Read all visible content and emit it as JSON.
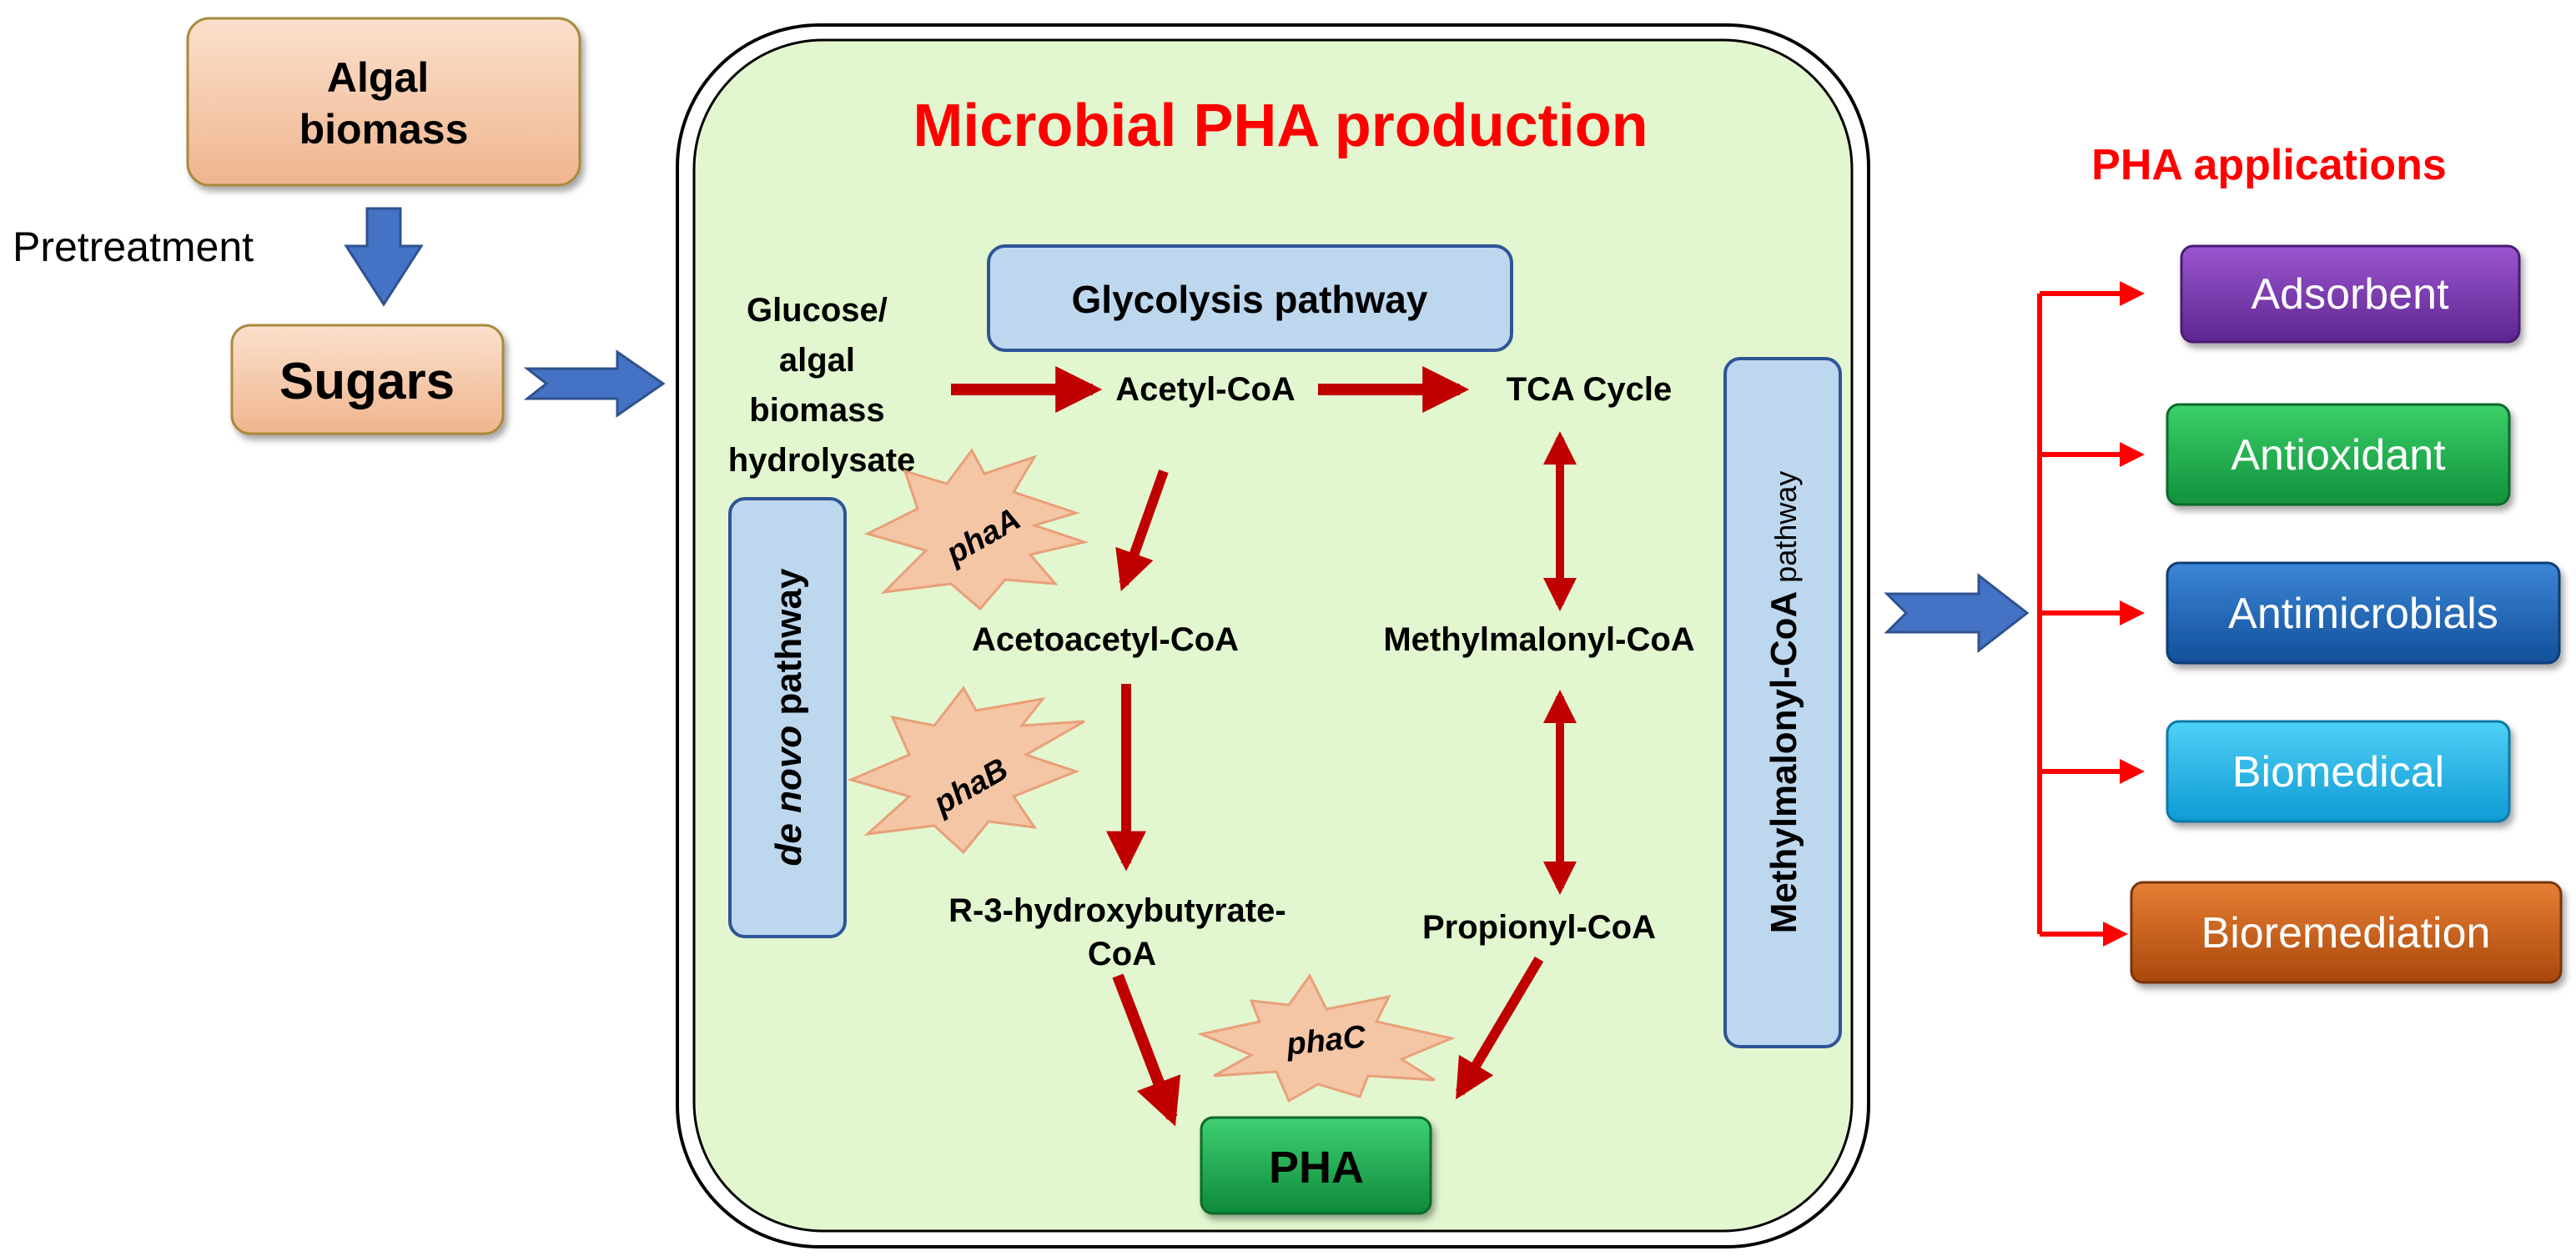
{
  "left": {
    "algal_biomass": "Algal\nbiomass",
    "pretreatment": "Pretreatment",
    "sugars": "Sugars"
  },
  "center": {
    "title": "Microbial PHA production",
    "glycolysis": "Glycolysis pathway",
    "glucose": "Glucose/\nalgal\nbiomass\nhydrolysate",
    "acetyl_coa": "Acetyl-CoA",
    "tca": "TCA Cycle",
    "acetoacetyl_coa": "Acetoacetyl-CoA",
    "methylmalonyl_coa": "Methylmalonyl-CoA",
    "hydroxybutyrate": "R-3-hydroxybutyrate-\nCoA",
    "propionyl_coa": "Propionyl-CoA",
    "pha": "PHA",
    "de_novo_italic": "de novo",
    "de_novo_rest": " pathway",
    "methylmalonyl_pathway_main": "Methylmalonyl-CoA",
    "methylmalonyl_pathway_suffix": " pathway",
    "enzymes": [
      "phaA",
      "phaB",
      "phaC"
    ]
  },
  "right": {
    "title": "PHA applications",
    "items": [
      "Adsorbent",
      "Antioxidant",
      "Antimicrobials",
      "Biomedical",
      "Bioremediation"
    ]
  },
  "colors": {
    "accent_red": "#ff0000",
    "arrow_dark_red": "#c00000",
    "block_arrow_blue": "#4472c4",
    "peach": "#f5c6a5",
    "cell_green": "#e2f7cf",
    "pathway_blue": "#bdd7ee",
    "pha_green": "#1aa84f",
    "adsorbent": "#7030a0",
    "antioxidant": "#1fb24a",
    "antimicrobials": "#1a63b5",
    "biomedical": "#1bb3e8",
    "bioremediation": "#c85a14"
  }
}
